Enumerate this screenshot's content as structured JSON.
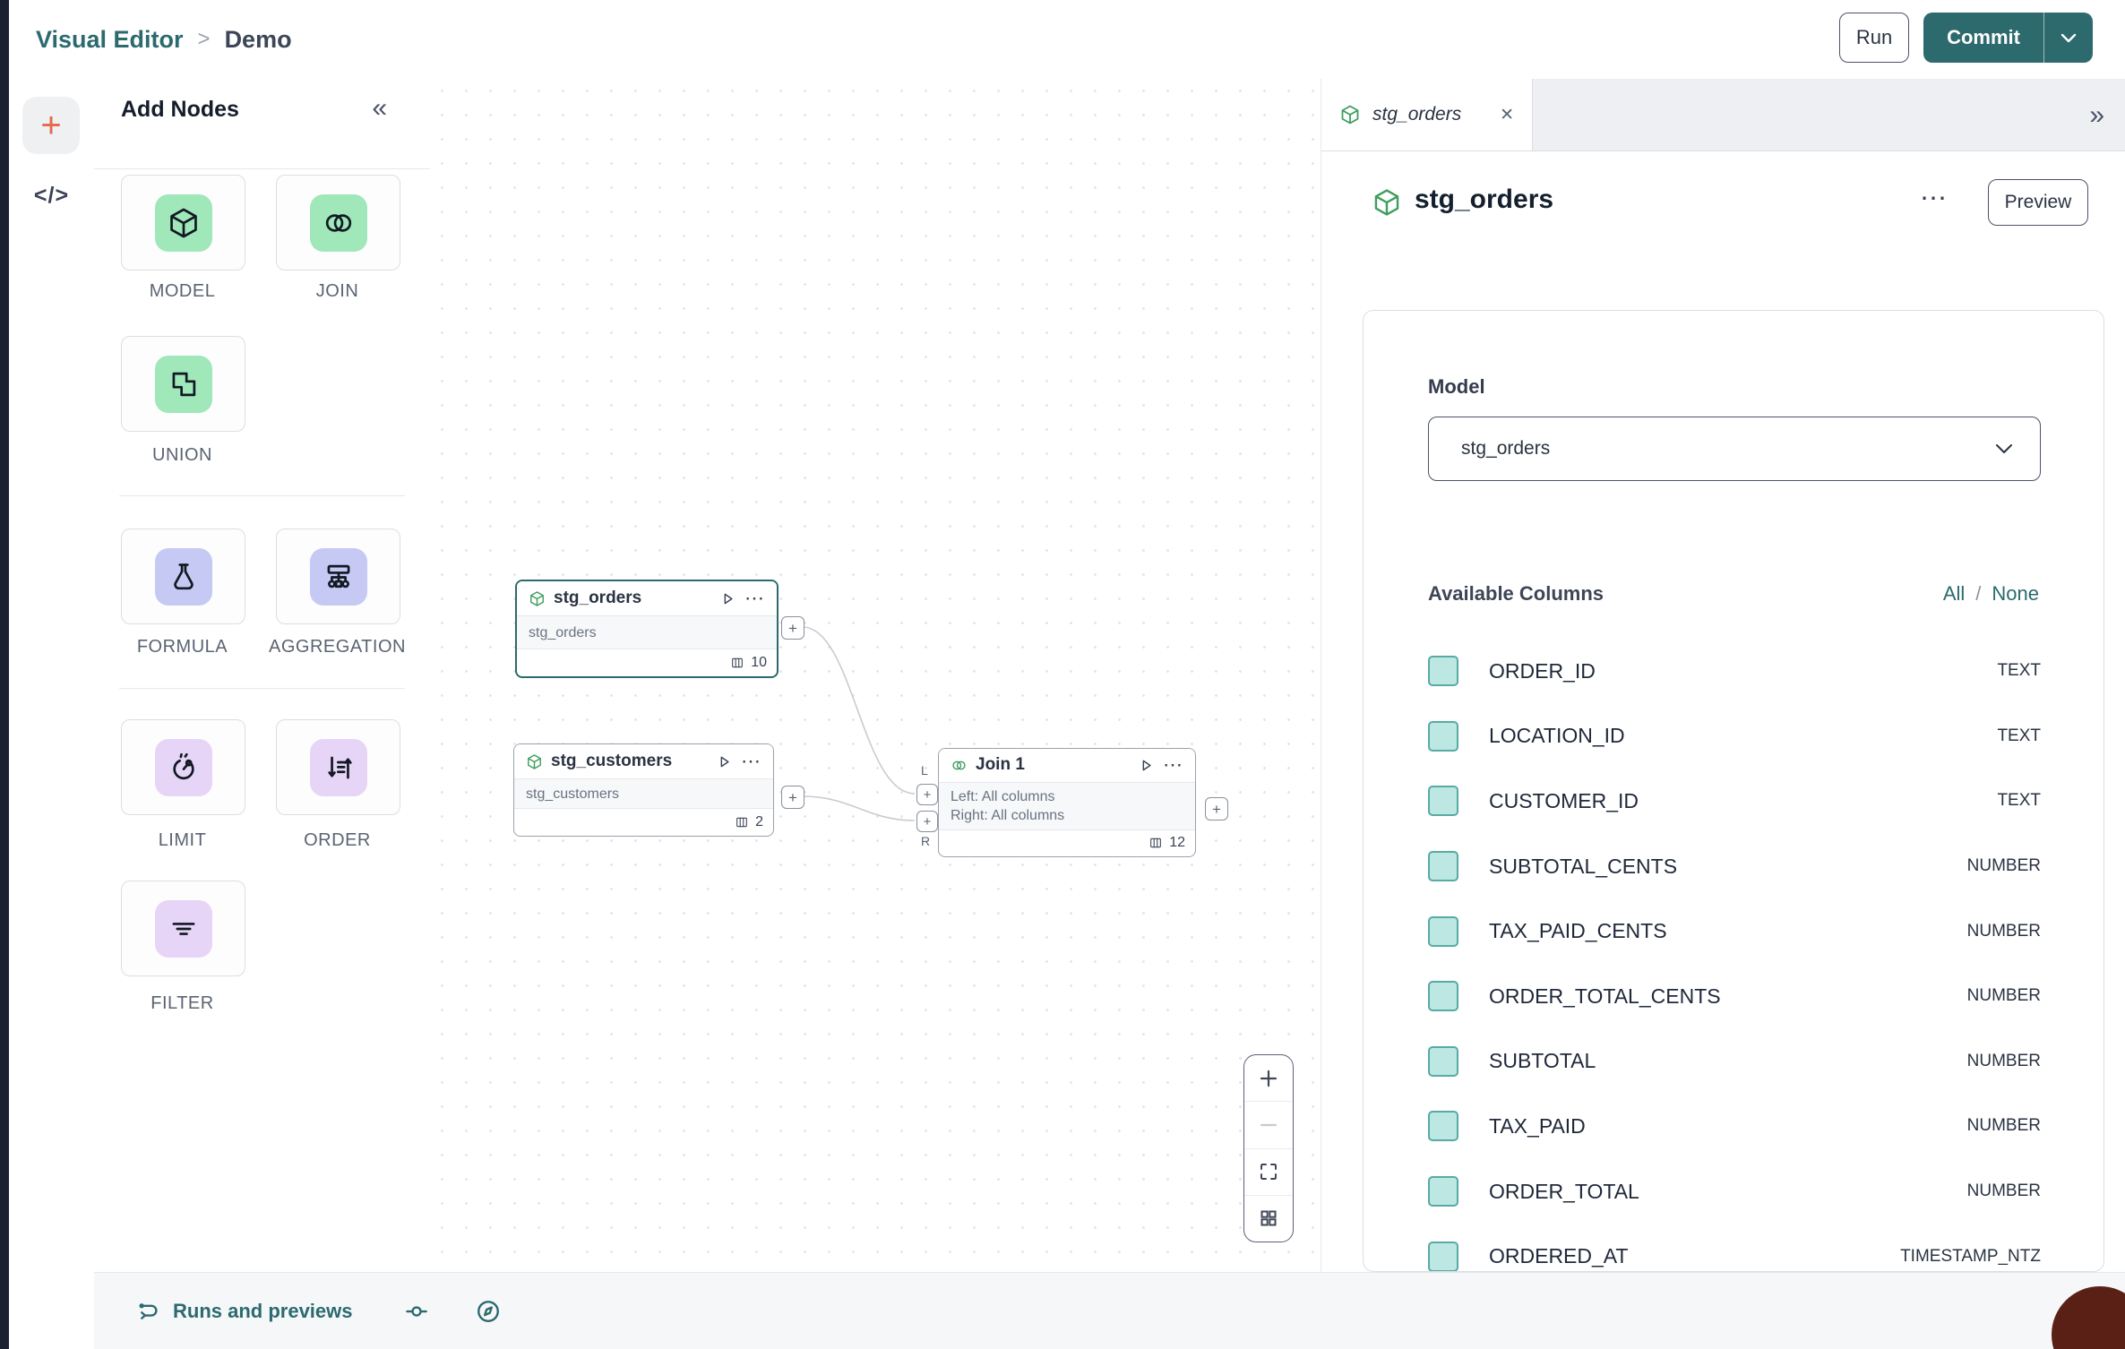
{
  "icons": {
    "breadcrumb_separator": ">",
    "collapse": "«",
    "expand": "»",
    "close": "✕",
    "ellipsis": "⋯",
    "plus": "+",
    "code": "</>"
  },
  "header": {
    "breadcrumb_root": "Visual Editor",
    "breadcrumb_current": "Demo",
    "run_button": "Run",
    "commit_button": "Commit"
  },
  "add_nodes": {
    "title": "Add Nodes",
    "items": [
      {
        "label": "MODEL"
      },
      {
        "label": "JOIN"
      },
      {
        "label": "UNION"
      },
      {
        "label": "FORMULA"
      },
      {
        "label": "AGGREGATION"
      },
      {
        "label": "LIMIT"
      },
      {
        "label": "ORDER"
      },
      {
        "label": "FILTER"
      }
    ]
  },
  "canvas": {
    "nodes": [
      {
        "title": "stg_orders",
        "body": "stg_orders",
        "column_count": "10"
      },
      {
        "title": "stg_customers",
        "body": "stg_customers",
        "column_count": "2"
      },
      {
        "title": "Join 1",
        "body_left": "Left: All columns",
        "body_right": "Right: All columns",
        "column_count": "12"
      }
    ],
    "join_ports": {
      "left": "L",
      "right": "R"
    }
  },
  "inspector": {
    "tab_title": "stg_orders",
    "title": "stg_orders",
    "preview_button": "Preview",
    "model_label": "Model",
    "model_value": "stg_orders",
    "columns_label": "Available Columns",
    "select_all": "All",
    "select_separator": "/",
    "select_none": "None",
    "columns": [
      {
        "name": "ORDER_ID",
        "type": "TEXT"
      },
      {
        "name": "LOCATION_ID",
        "type": "TEXT"
      },
      {
        "name": "CUSTOMER_ID",
        "type": "TEXT"
      },
      {
        "name": "SUBTOTAL_CENTS",
        "type": "NUMBER"
      },
      {
        "name": "TAX_PAID_CENTS",
        "type": "NUMBER"
      },
      {
        "name": "ORDER_TOTAL_CENTS",
        "type": "NUMBER"
      },
      {
        "name": "SUBTOTAL",
        "type": "NUMBER"
      },
      {
        "name": "TAX_PAID",
        "type": "NUMBER"
      },
      {
        "name": "ORDER_TOTAL",
        "type": "NUMBER"
      },
      {
        "name": "ORDERED_AT",
        "type": "TIMESTAMP_NTZ"
      }
    ]
  },
  "footer": {
    "runs_label": "Runs and previews"
  },
  "colors": {
    "brand_teal": "#2b6a6e",
    "accent_orange": "#e8674a",
    "node_green": "#a0e7ba",
    "node_indigo": "#c6c9f4",
    "node_purple": "#e7d5f8",
    "checkbox_fill": "#bce7e3",
    "checkbox_border": "#57aba4"
  }
}
